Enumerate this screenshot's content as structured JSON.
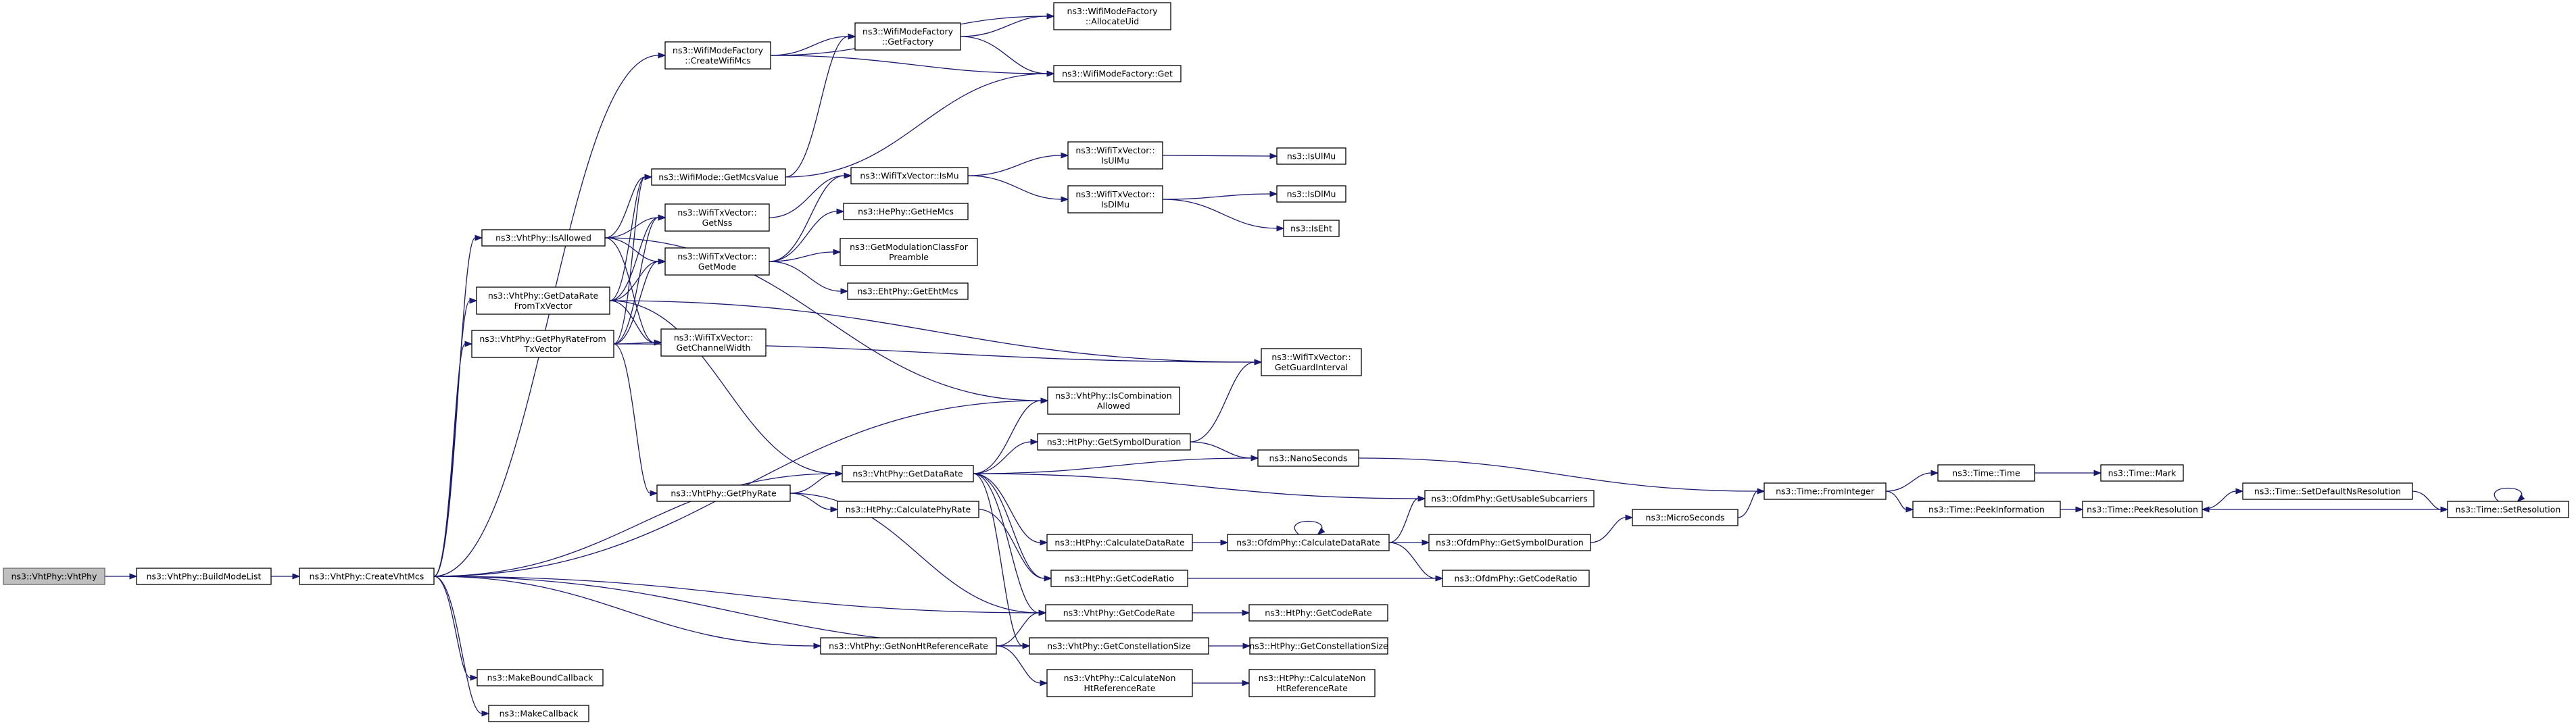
{
  "diagram": {
    "type": "call-graph",
    "nodes": [
      {
        "id": "vhtphy",
        "lines": [
          "ns3::VhtPhy::VhtPhy"
        ],
        "highlighted": true
      },
      {
        "id": "buildmodelist",
        "lines": [
          "ns3::VhtPhy::BuildModeList"
        ]
      },
      {
        "id": "createvhtmcs",
        "lines": [
          "ns3::VhtPhy::CreateVhtMcs"
        ]
      },
      {
        "id": "createwifimcs",
        "lines": [
          "ns3::WifiModeFactory",
          "::CreateWifiMcs"
        ]
      },
      {
        "id": "getfactory",
        "lines": [
          "ns3::WifiModeFactory",
          "::GetFactory"
        ]
      },
      {
        "id": "allocateuid",
        "lines": [
          "ns3::WifiModeFactory",
          "::AllocateUid"
        ]
      },
      {
        "id": "factoryget",
        "lines": [
          "ns3::WifiModeFactory::Get"
        ]
      },
      {
        "id": "getmcsvalue",
        "lines": [
          "ns3::WifiMode::GetMcsValue"
        ]
      },
      {
        "id": "ismu",
        "lines": [
          "ns3::WifiTxVector::IsMu"
        ]
      },
      {
        "id": "isulmu_vec",
        "lines": [
          "ns3::WifiTxVector::",
          "IsUlMu"
        ]
      },
      {
        "id": "isulmu",
        "lines": [
          "ns3::IsUlMu"
        ]
      },
      {
        "id": "isdlmu_vec",
        "lines": [
          "ns3::WifiTxVector::",
          "IsDlMu"
        ]
      },
      {
        "id": "isdlmu",
        "lines": [
          "ns3::IsDlMu"
        ]
      },
      {
        "id": "iseht",
        "lines": [
          "ns3::IsEht"
        ]
      },
      {
        "id": "isallowed",
        "lines": [
          "ns3::VhtPhy::IsAllowed"
        ]
      },
      {
        "id": "getnss",
        "lines": [
          "ns3::WifiTxVector::",
          "GetNss"
        ]
      },
      {
        "id": "gethemcs",
        "lines": [
          "ns3::HePhy::GetHeMcs"
        ]
      },
      {
        "id": "getmode",
        "lines": [
          "ns3::WifiTxVector::",
          "GetMode"
        ]
      },
      {
        "id": "getmodclass",
        "lines": [
          "ns3::GetModulationClassFor",
          "Preamble"
        ]
      },
      {
        "id": "getehtmcs",
        "lines": [
          "ns3::EhtPhy::GetEhtMcs"
        ]
      },
      {
        "id": "getdataratefromtx",
        "lines": [
          "ns3::VhtPhy::GetDataRate",
          "FromTxVector"
        ]
      },
      {
        "id": "getphyratefromtx",
        "lines": [
          "ns3::VhtPhy::GetPhyRateFrom",
          "TxVector"
        ]
      },
      {
        "id": "getchannelwidth",
        "lines": [
          "ns3::WifiTxVector::",
          "GetChannelWidth"
        ]
      },
      {
        "id": "getguardinterval",
        "lines": [
          "ns3::WifiTxVector::",
          "GetGuardInterval"
        ]
      },
      {
        "id": "iscombination",
        "lines": [
          "ns3::VhtPhy::IsCombination",
          "Allowed"
        ]
      },
      {
        "id": "getsymbolduration",
        "lines": [
          "ns3::HtPhy::GetSymbolDuration"
        ]
      },
      {
        "id": "nanoseconds",
        "lines": [
          "ns3::NanoSeconds"
        ]
      },
      {
        "id": "getdatarate",
        "lines": [
          "ns3::VhtPhy::GetDataRate"
        ]
      },
      {
        "id": "getphyrate",
        "lines": [
          "ns3::VhtPhy::GetPhyRate"
        ]
      },
      {
        "id": "htcalcphyrate",
        "lines": [
          "ns3::HtPhy::CalculatePhyRate"
        ]
      },
      {
        "id": "getusable",
        "lines": [
          "ns3::OfdmPhy::GetUsableSubcarriers"
        ]
      },
      {
        "id": "htcalcdatarate",
        "lines": [
          "ns3::HtPhy::CalculateDataRate"
        ]
      },
      {
        "id": "ofdmcalcdatarate",
        "lines": [
          "ns3::OfdmPhy::CalculateDataRate"
        ]
      },
      {
        "id": "ofdmsymdur",
        "lines": [
          "ns3::OfdmPhy::GetSymbolDuration"
        ]
      },
      {
        "id": "microseconds",
        "lines": [
          "ns3::MicroSeconds"
        ]
      },
      {
        "id": "htgetcoderatio",
        "lines": [
          "ns3::HtPhy::GetCodeRatio"
        ]
      },
      {
        "id": "ofdmgetcoderatio",
        "lines": [
          "ns3::OfdmPhy::GetCodeRatio"
        ]
      },
      {
        "id": "fromint",
        "lines": [
          "ns3::Time::FromInteger"
        ]
      },
      {
        "id": "timetime",
        "lines": [
          "ns3::Time::Time"
        ]
      },
      {
        "id": "timemark",
        "lines": [
          "ns3::Time::Mark"
        ]
      },
      {
        "id": "peekinfo",
        "lines": [
          "ns3::Time::PeekInformation"
        ]
      },
      {
        "id": "peekres",
        "lines": [
          "ns3::Time::PeekResolution"
        ]
      },
      {
        "id": "setdefaultns",
        "lines": [
          "ns3::Time::SetDefaultNsResolution"
        ]
      },
      {
        "id": "setres",
        "lines": [
          "ns3::Time::SetResolution"
        ]
      },
      {
        "id": "vhtgetcoderate",
        "lines": [
          "ns3::VhtPhy::GetCodeRate"
        ]
      },
      {
        "id": "htgetcoderate",
        "lines": [
          "ns3::HtPhy::GetCodeRate"
        ]
      },
      {
        "id": "getnonht",
        "lines": [
          "ns3::VhtPhy::GetNonHtReferenceRate"
        ]
      },
      {
        "id": "vhtgetconst",
        "lines": [
          "ns3::VhtPhy::GetConstellationSize"
        ]
      },
      {
        "id": "htgetconst",
        "lines": [
          "ns3::HtPhy::GetConstellationSize"
        ]
      },
      {
        "id": "vhtcalcnonht",
        "lines": [
          "ns3::VhtPhy::CalculateNon",
          "HtReferenceRate"
        ]
      },
      {
        "id": "htcalcnonht",
        "lines": [
          "ns3::HtPhy::CalculateNon",
          "HtReferenceRate"
        ]
      },
      {
        "id": "makebound",
        "lines": [
          "ns3::MakeBoundCallback"
        ]
      },
      {
        "id": "makecallback",
        "lines": [
          "ns3::MakeCallback"
        ]
      }
    ],
    "edges": [
      [
        "vhtphy",
        "buildmodelist"
      ],
      [
        "buildmodelist",
        "createvhtmcs"
      ],
      [
        "createvhtmcs",
        "createwifimcs"
      ],
      [
        "createvhtmcs",
        "isallowed"
      ],
      [
        "createvhtmcs",
        "getdataratefromtx"
      ],
      [
        "createvhtmcs",
        "getphyratefromtx"
      ],
      [
        "createvhtmcs",
        "iscombination"
      ],
      [
        "createvhtmcs",
        "getdatarate"
      ],
      [
        "createvhtmcs",
        "vhtgetcoderate"
      ],
      [
        "createvhtmcs",
        "vhtgetconst"
      ],
      [
        "createvhtmcs",
        "getnonht"
      ],
      [
        "createvhtmcs",
        "makebound"
      ],
      [
        "createvhtmcs",
        "makecallback"
      ],
      [
        "createwifimcs",
        "allocateuid"
      ],
      [
        "createwifimcs",
        "getfactory"
      ],
      [
        "createwifimcs",
        "factoryget"
      ],
      [
        "getfactory",
        "allocateuid"
      ],
      [
        "getfactory",
        "factoryget"
      ],
      [
        "getmcsvalue",
        "getfactory"
      ],
      [
        "getmcsvalue",
        "factoryget"
      ],
      [
        "ismu",
        "isulmu_vec"
      ],
      [
        "ismu",
        "isdlmu_vec"
      ],
      [
        "isulmu_vec",
        "isulmu"
      ],
      [
        "isdlmu_vec",
        "isdlmu"
      ],
      [
        "isdlmu_vec",
        "iseht"
      ],
      [
        "isallowed",
        "getmcsvalue"
      ],
      [
        "isallowed",
        "getnss"
      ],
      [
        "isallowed",
        "getmode"
      ],
      [
        "isallowed",
        "getchannelwidth"
      ],
      [
        "isallowed",
        "iscombination"
      ],
      [
        "getnss",
        "ismu"
      ],
      [
        "getmode",
        "ismu"
      ],
      [
        "getmode",
        "gethemcs"
      ],
      [
        "getmode",
        "getmodclass"
      ],
      [
        "getmode",
        "getehtmcs"
      ],
      [
        "getdataratefromtx",
        "getmcsvalue"
      ],
      [
        "getdataratefromtx",
        "getnss"
      ],
      [
        "getdataratefromtx",
        "getmode"
      ],
      [
        "getdataratefromtx",
        "getchannelwidth"
      ],
      [
        "getdataratefromtx",
        "getguardinterval"
      ],
      [
        "getdataratefromtx",
        "getdatarate"
      ],
      [
        "getphyratefromtx",
        "getmcsvalue"
      ],
      [
        "getphyratefromtx",
        "getnss"
      ],
      [
        "getphyratefromtx",
        "getmode"
      ],
      [
        "getphyratefromtx",
        "getchannelwidth"
      ],
      [
        "getphyratefromtx",
        "getguardinterval"
      ],
      [
        "getphyratefromtx",
        "getphyrate"
      ],
      [
        "getsymbolduration",
        "getguardinterval"
      ],
      [
        "getsymbolduration",
        "nanoseconds"
      ],
      [
        "getdatarate",
        "iscombination"
      ],
      [
        "getdatarate",
        "getsymbolduration"
      ],
      [
        "getdatarate",
        "nanoseconds"
      ],
      [
        "getdatarate",
        "getusable"
      ],
      [
        "getdatarate",
        "htcalcdatarate"
      ],
      [
        "getdatarate",
        "htgetcoderatio"
      ],
      [
        "getdatarate",
        "vhtgetcoderate"
      ],
      [
        "getdatarate",
        "vhtgetconst"
      ],
      [
        "getphyrate",
        "getdatarate"
      ],
      [
        "getphyrate",
        "htcalcphyrate"
      ],
      [
        "getphyrate",
        "vhtgetcoderate"
      ],
      [
        "htcalcphyrate",
        "htgetcoderatio"
      ],
      [
        "htcalcdatarate",
        "ofdmcalcdatarate"
      ],
      [
        "ofdmcalcdatarate",
        "ofdmcalcdatarate"
      ],
      [
        "ofdmcalcdatarate",
        "getusable"
      ],
      [
        "ofdmcalcdatarate",
        "ofdmsymdur"
      ],
      [
        "ofdmcalcdatarate",
        "ofdmgetcoderatio"
      ],
      [
        "ofdmsymdur",
        "microseconds"
      ],
      [
        "microseconds",
        "fromint"
      ],
      [
        "nanoseconds",
        "fromint"
      ],
      [
        "fromint",
        "timetime"
      ],
      [
        "fromint",
        "peekinfo"
      ],
      [
        "timetime",
        "timemark"
      ],
      [
        "peekinfo",
        "peekres"
      ],
      [
        "peekres",
        "setdefaultns"
      ],
      [
        "setdefaultns",
        "setres"
      ],
      [
        "setres",
        "setres"
      ],
      [
        "setres",
        "peekres"
      ],
      [
        "htgetcoderatio",
        "ofdmgetcoderatio"
      ],
      [
        "vhtgetcoderate",
        "htgetcoderate"
      ],
      [
        "getnonht",
        "vhtgetcoderate"
      ],
      [
        "getnonht",
        "vhtgetconst"
      ],
      [
        "getnonht",
        "vhtcalcnonht"
      ],
      [
        "vhtgetconst",
        "htgetconst"
      ],
      [
        "vhtcalcnonht",
        "htcalcnonht"
      ]
    ]
  }
}
